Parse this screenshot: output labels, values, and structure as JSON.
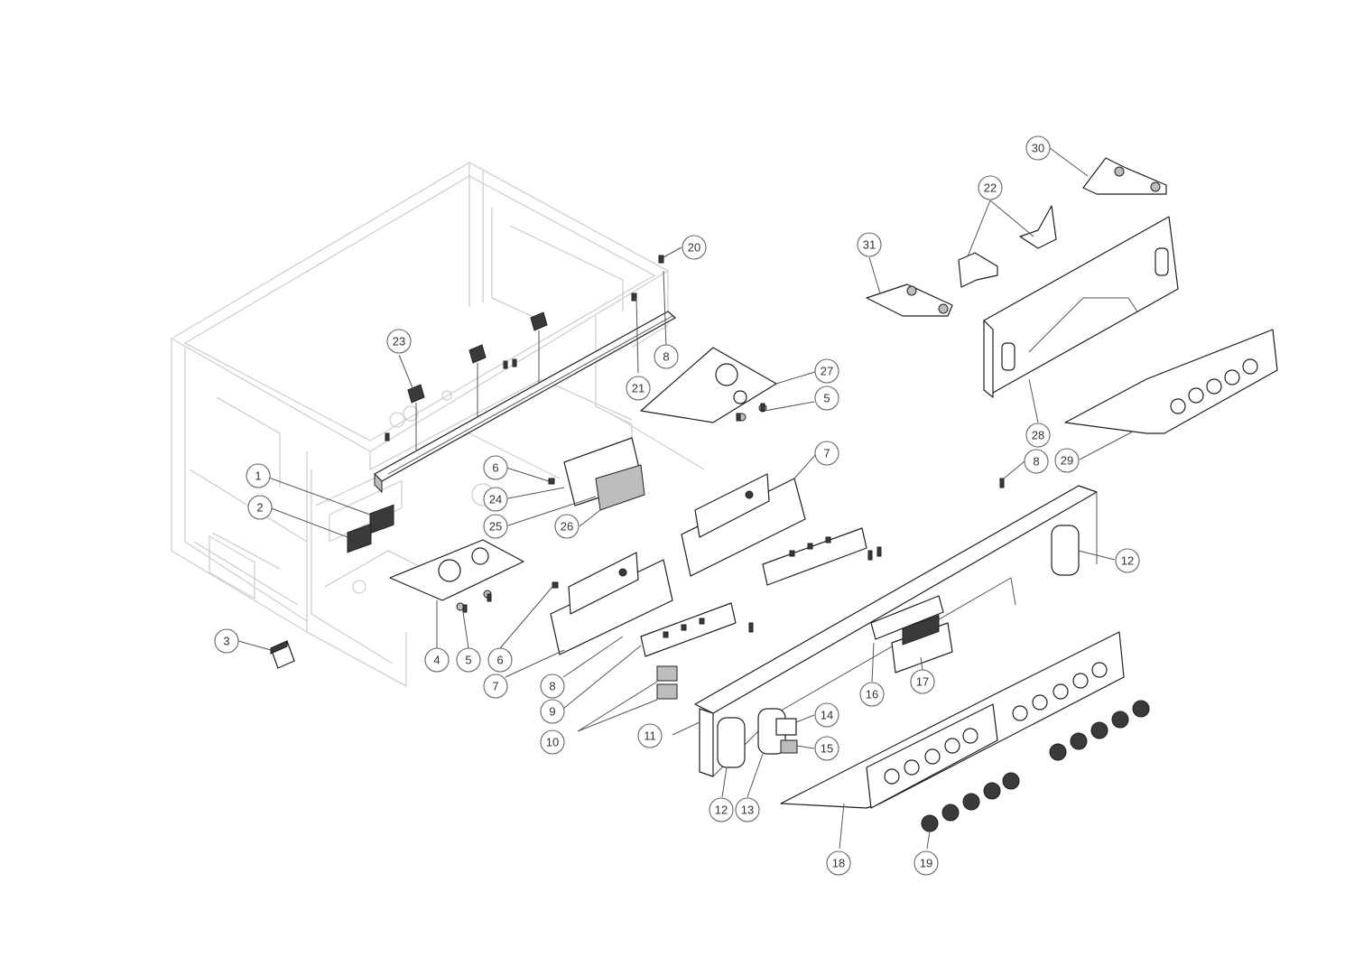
{
  "diagram": {
    "type": "exploded-parts-view",
    "callouts": [
      {
        "id": "c1",
        "label": "1"
      },
      {
        "id": "c2",
        "label": "2"
      },
      {
        "id": "c3",
        "label": "3"
      },
      {
        "id": "c4",
        "label": "4"
      },
      {
        "id": "c5a",
        "label": "5"
      },
      {
        "id": "c5b",
        "label": "5"
      },
      {
        "id": "c6a",
        "label": "6"
      },
      {
        "id": "c6b",
        "label": "6"
      },
      {
        "id": "c7a",
        "label": "7"
      },
      {
        "id": "c7b",
        "label": "7"
      },
      {
        "id": "c8a",
        "label": "8"
      },
      {
        "id": "c8b",
        "label": "8"
      },
      {
        "id": "c8c",
        "label": "8"
      },
      {
        "id": "c9",
        "label": "9"
      },
      {
        "id": "c10",
        "label": "10"
      },
      {
        "id": "c11",
        "label": "11"
      },
      {
        "id": "c12a",
        "label": "12"
      },
      {
        "id": "c12b",
        "label": "12"
      },
      {
        "id": "c13",
        "label": "13"
      },
      {
        "id": "c14",
        "label": "14"
      },
      {
        "id": "c15",
        "label": "15"
      },
      {
        "id": "c16",
        "label": "16"
      },
      {
        "id": "c17",
        "label": "17"
      },
      {
        "id": "c18",
        "label": "18"
      },
      {
        "id": "c19",
        "label": "19"
      },
      {
        "id": "c20",
        "label": "20"
      },
      {
        "id": "c21",
        "label": "21"
      },
      {
        "id": "c22",
        "label": "22"
      },
      {
        "id": "c23",
        "label": "23"
      },
      {
        "id": "c24",
        "label": "24"
      },
      {
        "id": "c25",
        "label": "25"
      },
      {
        "id": "c26",
        "label": "26"
      },
      {
        "id": "c27",
        "label": "27"
      },
      {
        "id": "c28",
        "label": "28"
      },
      {
        "id": "c29",
        "label": "29"
      },
      {
        "id": "c30",
        "label": "30"
      },
      {
        "id": "c31",
        "label": "31"
      }
    ]
  }
}
